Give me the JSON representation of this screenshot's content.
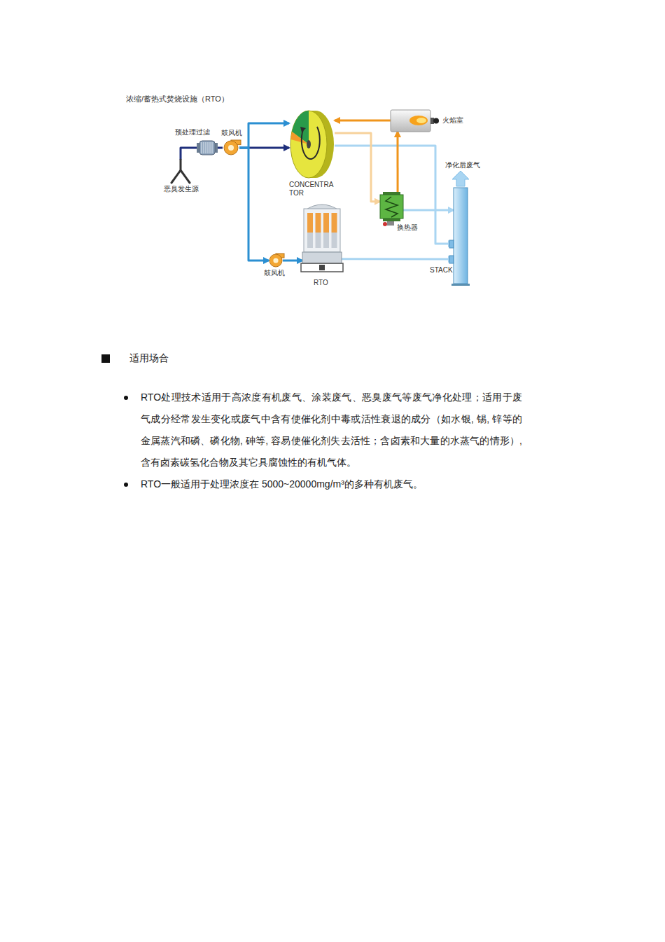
{
  "diagram": {
    "title": "浓缩/蓄热式焚烧设施（RTO）",
    "nodes": [
      {
        "text": [
          "恶臭发生源"
        ]
      },
      {
        "text": [
          "预处理过滤"
        ]
      },
      {
        "text": [
          "鼓风机"
        ]
      },
      {
        "text": [
          "CONCENTRA TOR"
        ]
      },
      {
        "text": [
          "火焰室"
        ]
      },
      {
        "text": [
          "换热器"
        ]
      },
      {
        "text": [
          "RTO"
        ]
      },
      {
        "text": [
          "鼓风机"
        ]
      },
      {
        "text": [
          "STACK"
        ]
      }
    ],
    "edges": [
      {
        "from": 0,
        "to": 1,
        "arrow": "none"
      },
      {
        "from": 1,
        "to": 2,
        "arrow": "none"
      },
      {
        "from": 2,
        "to": 3,
        "arrow": "to"
      },
      {
        "from": 2,
        "to": 7,
        "arrow": "to"
      },
      {
        "from": 7,
        "to": 6,
        "arrow": "to"
      },
      {
        "from": 6,
        "to": 8,
        "arrow": "to"
      },
      {
        "from": 3,
        "to": 8,
        "arrow": "to"
      },
      {
        "from": 4,
        "to": 3,
        "arrow": "to"
      },
      {
        "from": 3,
        "to": 5,
        "arrow": "to"
      },
      {
        "from": 5,
        "to": 4,
        "arrow": "to"
      },
      {
        "from": 5,
        "to": 8,
        "arrow": "to"
      },
      {
        "from": 2,
        "to": 3,
        "arrow": "to"
      }
    ],
    "labels": [
      "净化后废气",
      "适用场合",
      "RTO处理技术适用于高浓度有机废气、涂装废气、恶臭废气等废气净化处理；适用于废气成分经常发生变化或废气中含有使催化剂中毒或活性衰退的成分（如水银, 锡, 锌等的金属蒸汽和磷、磷化物, 砷等, 容易使催化剂失去活性；含卤素和大量的水蒸气的情形）, 含有卤素碳氢化合物及其它具腐蚀性的有机气体。",
      "RTO一般适用于处理浓度在 5000~20000mg/m³的多种有机废气。"
    ]
  }
}
